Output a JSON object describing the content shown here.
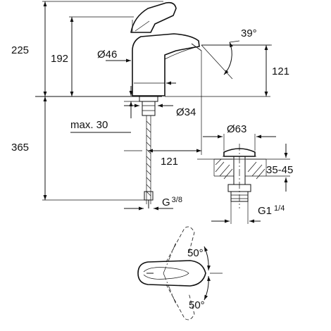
{
  "dimensions": {
    "total_height": "225",
    "spout_height": "192",
    "body_diameter": "Ø46",
    "spout_angle": "39°",
    "aerator_height": "121",
    "hole_diameter": "Ø34",
    "max_thickness": "max. 30",
    "hose_length": "365",
    "spout_reach": "121",
    "hose_thread_main": "G",
    "hose_thread_fraction": "3/8",
    "waste_diameter": "Ø63",
    "waste_range": "35-45",
    "waste_thread_main": "G1",
    "waste_thread_fraction": "1/4",
    "swivel_angle_top": "50°",
    "swivel_angle_bottom": "50°"
  },
  "colors": {
    "line": "#111111",
    "background": "#ffffff"
  }
}
